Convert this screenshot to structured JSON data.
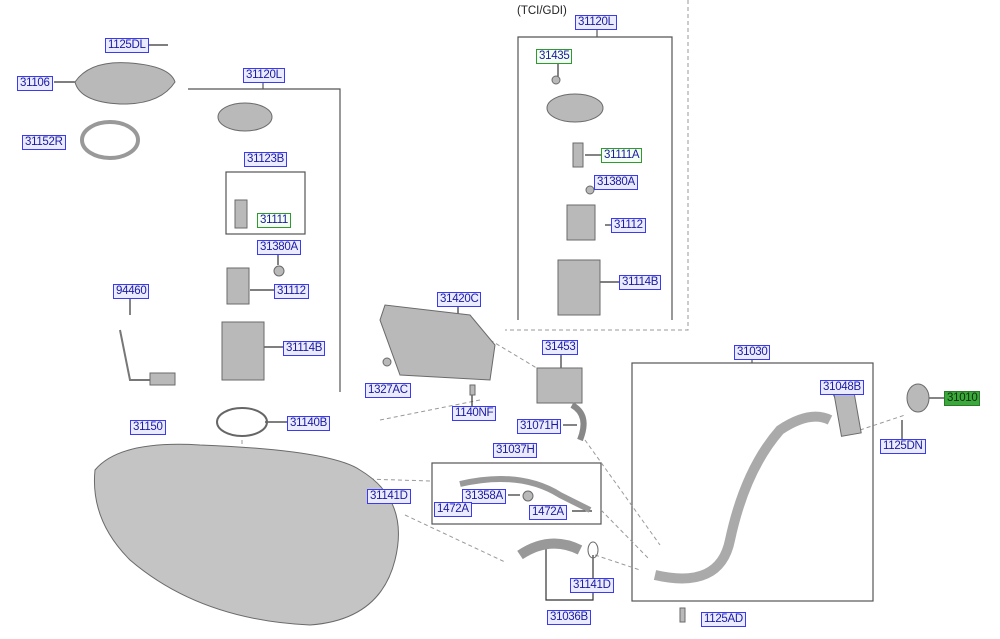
{
  "caption": "(TCI/GDI)",
  "labels": {
    "p1125DL": "1125DL",
    "p31106": "31106",
    "p31120L": "31120L",
    "p31152R": "31152R",
    "p31123B": "31123B",
    "p31111": "31111",
    "p31380A": "31380A",
    "p31112": "31112",
    "p94460": "94460",
    "p31114B": "31114B",
    "p31150": "31150",
    "p31140B": "31140B",
    "p31420C": "31420C",
    "p1327AC": "1327AC",
    "p1140NF": "1140NF",
    "p31453": "31453",
    "p31071H": "31071H",
    "p31037H": "31037H",
    "p31030": "31030",
    "p31048B": "31048B",
    "p31010": "31010",
    "p1125DN": "1125DN",
    "p31141D_a": "31141D",
    "p31358A": "31358A",
    "p1472A_a": "1472A",
    "p1472A_b": "1472A",
    "p31141D_b": "31141D",
    "p31036B": "31036B",
    "p1125AD": "1125AD",
    "t31120L": "31120L",
    "t31435": "31435",
    "t31111A": "31111A",
    "t31380A": "31380A",
    "t31112": "31112",
    "t31114B": "31114B"
  },
  "colors": {
    "label_border": "#3a3af0",
    "highlight_green": "#3aa83a"
  }
}
